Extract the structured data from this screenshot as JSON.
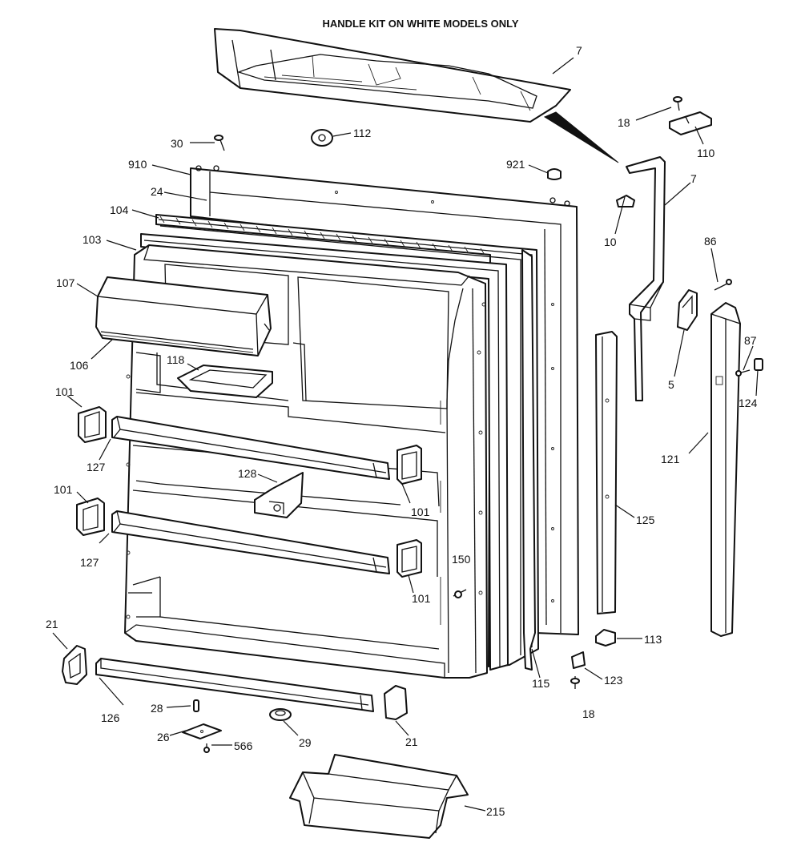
{
  "title": "HANDLE KIT ON WHITE MODELS ONLY",
  "callouts": {
    "c7a": "7",
    "c18a": "18",
    "c110": "110",
    "c30": "30",
    "c112": "112",
    "c910": "910",
    "c921": "921",
    "c24": "24",
    "c7b": "7",
    "c104": "104",
    "c10": "10",
    "c103": "103",
    "c86": "86",
    "c107": "107",
    "c106": "106",
    "c118": "118",
    "c5": "5",
    "c87": "87",
    "c101a": "101",
    "c124": "124",
    "c127a": "127",
    "c121": "121",
    "c128": "128",
    "c101b": "101",
    "c101c": "101",
    "c125": "125",
    "c127b": "127",
    "c150": "150",
    "c101d": "101",
    "c21a": "21",
    "c113": "113",
    "c123": "123",
    "c115": "115",
    "c126": "126",
    "c28": "28",
    "c18b": "18",
    "c21b": "21",
    "c26": "26",
    "c29": "29",
    "c566": "566",
    "c215": "215"
  }
}
